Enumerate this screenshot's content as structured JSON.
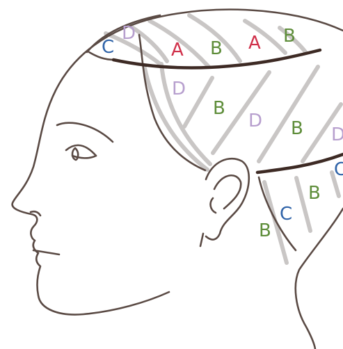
{
  "colors": {
    "outline": "#5a4a44",
    "section_line": "#3d2a24",
    "guide": "#c9c6c5",
    "A": "#d0304a",
    "B": "#5e8d3a",
    "C": "#2f63a8",
    "D": "#b79fce"
  },
  "labels": [
    {
      "id": "c-top-left",
      "text": "C",
      "zone": "C"
    },
    {
      "id": "d-top-left",
      "text": "D",
      "zone": "D"
    },
    {
      "id": "a-top-1",
      "text": "A",
      "zone": "A"
    },
    {
      "id": "b-top-1",
      "text": "B",
      "zone": "B"
    },
    {
      "id": "a-top-2",
      "text": "A",
      "zone": "A"
    },
    {
      "id": "b-top-2",
      "text": "B",
      "zone": "B"
    },
    {
      "id": "d-mid-left",
      "text": "D",
      "zone": "D"
    },
    {
      "id": "b-mid-1",
      "text": "B",
      "zone": "B"
    },
    {
      "id": "d-mid-center",
      "text": "D",
      "zone": "D"
    },
    {
      "id": "b-mid-2",
      "text": "B",
      "zone": "B"
    },
    {
      "id": "d-mid-right",
      "text": "D",
      "zone": "D"
    },
    {
      "id": "c-right-edge",
      "text": "C",
      "zone": "C"
    },
    {
      "id": "b-nape-right",
      "text": "B",
      "zone": "B"
    },
    {
      "id": "c-nape",
      "text": "C",
      "zone": "C"
    },
    {
      "id": "b-nape-left",
      "text": "B",
      "zone": "B"
    }
  ]
}
